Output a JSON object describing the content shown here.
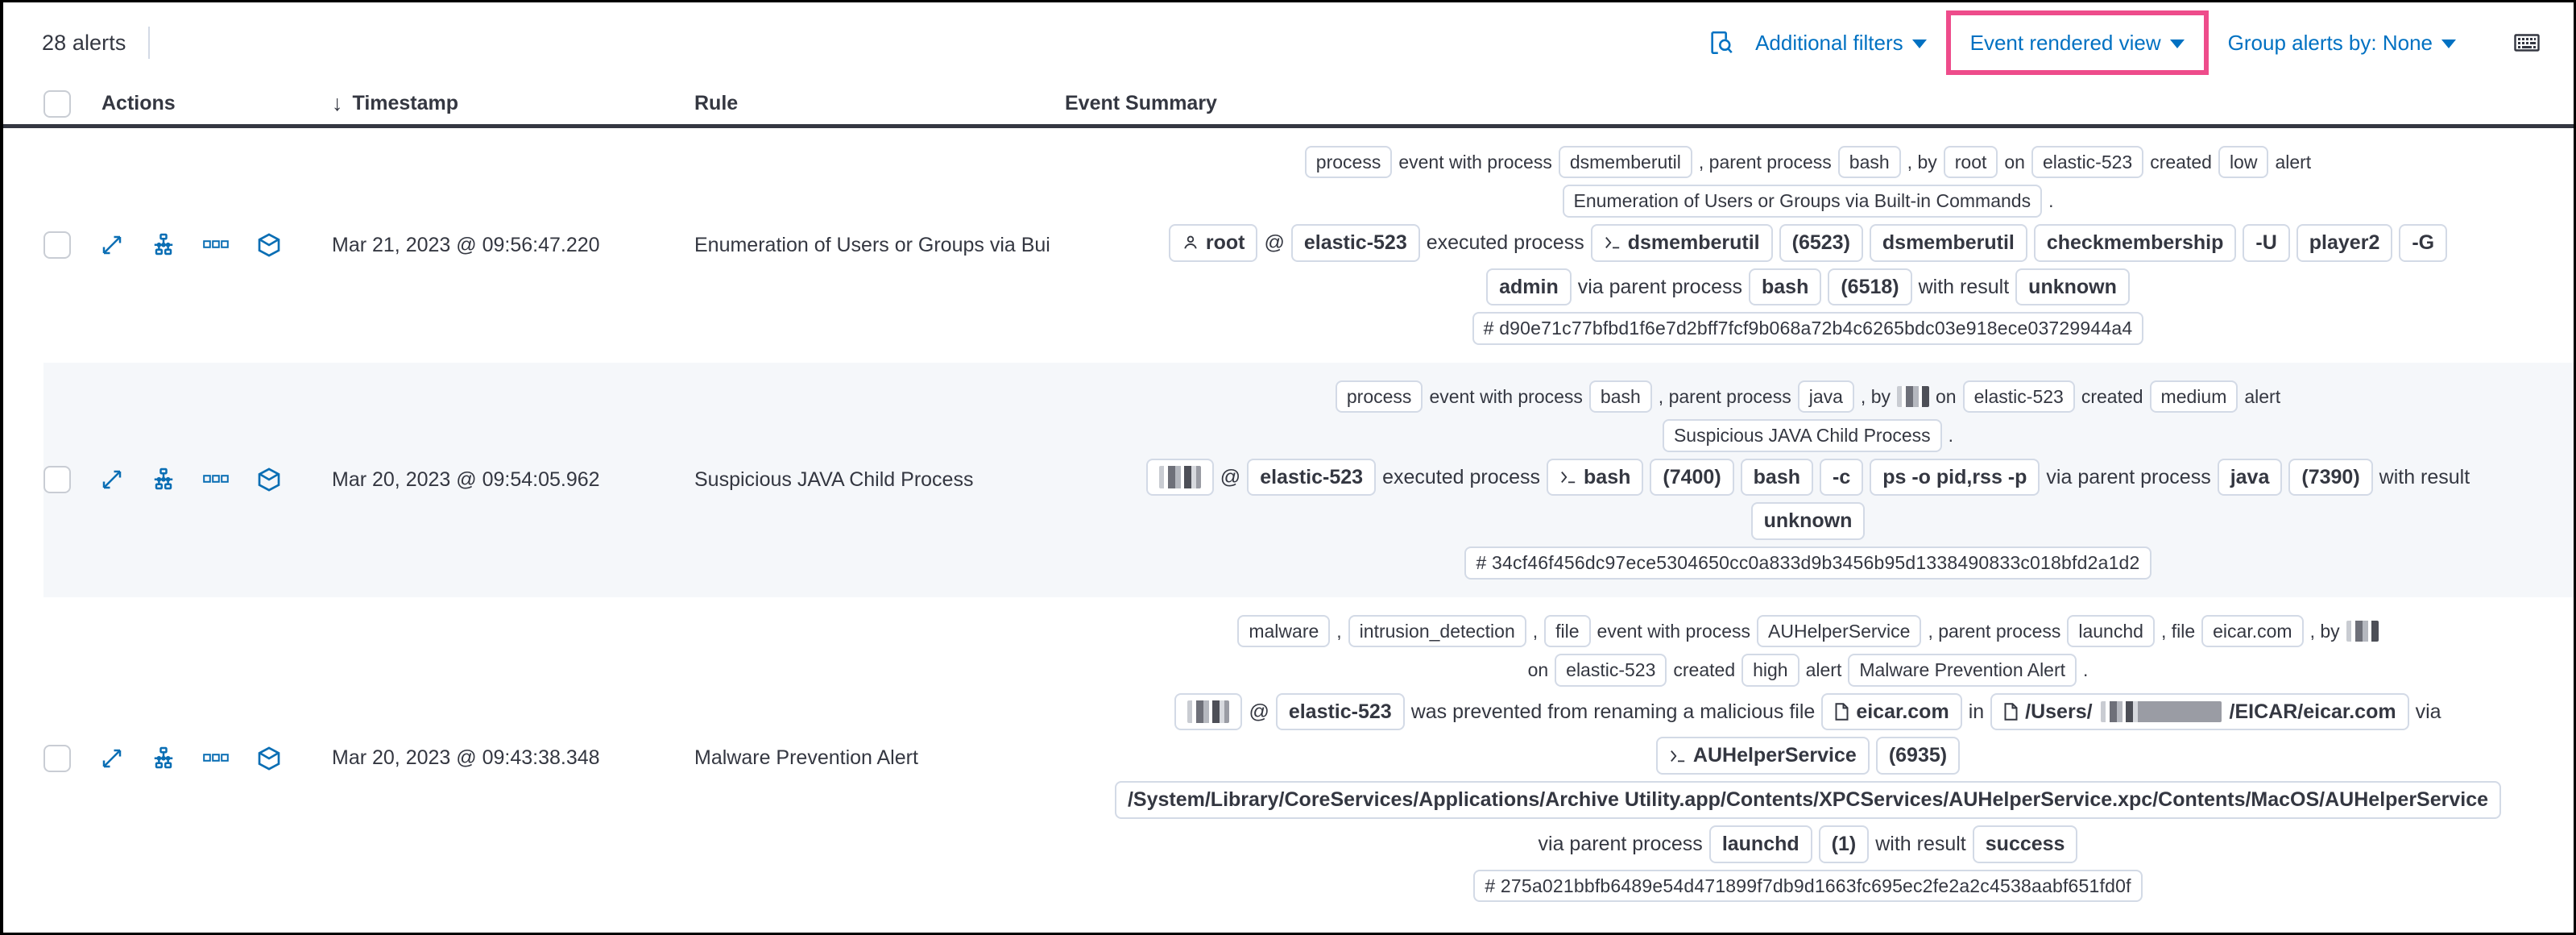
{
  "toolbar": {
    "alert_count": "28 alerts",
    "inspect_icon": "inspect-search-icon",
    "additional_filters_label": "Additional filters",
    "event_rendered_view_label": "Event rendered view",
    "group_alerts_label": "Group alerts by: None",
    "keyboard_icon": "keyboard-icon",
    "highlight_color": "#EE4C8B",
    "link_color": "#0071C2"
  },
  "table": {
    "headers": {
      "actions": "Actions",
      "timestamp": "Timestamp",
      "sort_indicator": "↓",
      "rule": "Rule",
      "event_summary": "Event Summary"
    },
    "row_actions": [
      "expand-icon",
      "analyzer-icon",
      "more-actions-icon",
      "session-view-icon"
    ],
    "rows": [
      {
        "timestamp": "Mar 21, 2023 @ 09:56:47.220",
        "rule": "Enumeration of Users or Groups via Bui",
        "alt_background": false,
        "summary": [
          {
            "size": "normal",
            "tokens": [
              {
                "t": "badge",
                "v": "process"
              },
              {
                "t": "text",
                "v": "event with process"
              },
              {
                "t": "badge",
                "v": "dsmemberutil"
              },
              {
                "t": "text",
                "v": ", parent process"
              },
              {
                "t": "badge",
                "v": "bash"
              },
              {
                "t": "text",
                "v": ", by"
              },
              {
                "t": "badge",
                "v": "root"
              },
              {
                "t": "text",
                "v": "on"
              },
              {
                "t": "badge",
                "v": "elastic-523"
              },
              {
                "t": "text",
                "v": "created"
              },
              {
                "t": "badge",
                "v": "low"
              },
              {
                "t": "text",
                "v": "alert"
              }
            ]
          },
          {
            "size": "normal",
            "tokens": [
              {
                "t": "badge",
                "v": "Enumeration of Users or Groups via Built-in Commands"
              },
              {
                "t": "text",
                "v": "."
              }
            ]
          },
          {
            "size": "big",
            "tokens": [
              {
                "t": "badge",
                "v": "root",
                "icon": "user-icon"
              },
              {
                "t": "text",
                "v": "@"
              },
              {
                "t": "badge",
                "v": "elastic-523"
              },
              {
                "t": "text",
                "v": "executed process"
              },
              {
                "t": "badge",
                "v": "dsmemberutil",
                "icon": "console-icon"
              },
              {
                "t": "badge",
                "v": "(6523)"
              },
              {
                "t": "badge",
                "v": "dsmemberutil"
              },
              {
                "t": "badge",
                "v": "checkmembership"
              },
              {
                "t": "badge",
                "v": "-U"
              },
              {
                "t": "badge",
                "v": "player2"
              },
              {
                "t": "badge",
                "v": "-G"
              }
            ]
          },
          {
            "size": "big",
            "tokens": [
              {
                "t": "badge",
                "v": "admin"
              },
              {
                "t": "text",
                "v": "via parent process"
              },
              {
                "t": "badge",
                "v": "bash"
              },
              {
                "t": "badge",
                "v": "(6518)"
              },
              {
                "t": "text",
                "v": "with result"
              },
              {
                "t": "badge",
                "v": "unknown"
              }
            ]
          },
          {
            "size": "normal",
            "tokens": [
              {
                "t": "badge",
                "v": "#  d90e71c77bfbd1f6e7d2bff7fcf9b068a72b4c6265bdc03e918ece03729944a4"
              }
            ]
          }
        ]
      },
      {
        "timestamp": "Mar 20, 2023 @ 09:54:05.962",
        "rule": "Suspicious JAVA Child Process",
        "alt_background": true,
        "summary": [
          {
            "size": "normal",
            "tokens": [
              {
                "t": "badge",
                "v": "process"
              },
              {
                "t": "text",
                "v": "event with process"
              },
              {
                "t": "badge",
                "v": "bash"
              },
              {
                "t": "text",
                "v": ", parent process"
              },
              {
                "t": "badge",
                "v": "java"
              },
              {
                "t": "text",
                "v": ", by"
              },
              {
                "t": "redact",
                "v": ""
              },
              {
                "t": "text",
                "v": "on"
              },
              {
                "t": "badge",
                "v": "elastic-523"
              },
              {
                "t": "text",
                "v": "created"
              },
              {
                "t": "badge",
                "v": "medium"
              },
              {
                "t": "text",
                "v": "alert"
              }
            ]
          },
          {
            "size": "normal",
            "tokens": [
              {
                "t": "badge",
                "v": "Suspicious JAVA Child Process"
              },
              {
                "t": "text",
                "v": "."
              }
            ]
          },
          {
            "size": "big",
            "tokens": [
              {
                "t": "badge-redact",
                "v": ""
              },
              {
                "t": "text",
                "v": "@"
              },
              {
                "t": "badge",
                "v": "elastic-523"
              },
              {
                "t": "text",
                "v": "executed process"
              },
              {
                "t": "badge",
                "v": "bash",
                "icon": "console-icon"
              },
              {
                "t": "badge",
                "v": "(7400)"
              },
              {
                "t": "badge",
                "v": "bash"
              },
              {
                "t": "badge",
                "v": "-c"
              },
              {
                "t": "badge",
                "v": "ps -o pid,rss -p"
              },
              {
                "t": "text",
                "v": "via parent process"
              },
              {
                "t": "badge",
                "v": "java"
              },
              {
                "t": "badge",
                "v": "(7390)"
              },
              {
                "t": "text",
                "v": "with result"
              }
            ]
          },
          {
            "size": "big",
            "tokens": [
              {
                "t": "badge",
                "v": "unknown"
              }
            ]
          },
          {
            "size": "normal",
            "tokens": [
              {
                "t": "badge",
                "v": "#  34cf46f456dc97ece5304650cc0a833d9b3456b95d1338490833c018bfd2a1d2"
              }
            ]
          }
        ]
      },
      {
        "timestamp": "Mar 20, 2023 @ 09:43:38.348",
        "rule": "Malware Prevention Alert",
        "alt_background": false,
        "summary": [
          {
            "size": "normal",
            "tokens": [
              {
                "t": "badge",
                "v": "malware"
              },
              {
                "t": "text",
                "v": ","
              },
              {
                "t": "badge",
                "v": "intrusion_detection"
              },
              {
                "t": "text",
                "v": ","
              },
              {
                "t": "badge",
                "v": "file"
              },
              {
                "t": "text",
                "v": "event with process"
              },
              {
                "t": "badge",
                "v": "AUHelperService"
              },
              {
                "t": "text",
                "v": ", parent process"
              },
              {
                "t": "badge",
                "v": "launchd"
              },
              {
                "t": "text",
                "v": ", file"
              },
              {
                "t": "badge",
                "v": "eicar.com"
              },
              {
                "t": "text",
                "v": ", by"
              },
              {
                "t": "redact",
                "v": ""
              }
            ]
          },
          {
            "size": "normal",
            "tokens": [
              {
                "t": "text",
                "v": "on"
              },
              {
                "t": "badge",
                "v": "elastic-523"
              },
              {
                "t": "text",
                "v": "created"
              },
              {
                "t": "badge",
                "v": "high"
              },
              {
                "t": "text",
                "v": "alert"
              },
              {
                "t": "badge",
                "v": "Malware Prevention Alert"
              },
              {
                "t": "text",
                "v": "."
              }
            ]
          },
          {
            "size": "big",
            "tokens": [
              {
                "t": "badge-redact",
                "v": ""
              },
              {
                "t": "text",
                "v": "@"
              },
              {
                "t": "badge",
                "v": "elastic-523"
              },
              {
                "t": "text",
                "v": "was prevented from renaming a malicious file"
              },
              {
                "t": "badge",
                "v": "eicar.com",
                "icon": "file-icon"
              },
              {
                "t": "text",
                "v": "in"
              },
              {
                "t": "badge-path",
                "pre": "/Users/",
                "post": "/EICAR/eicar.com",
                "icon": "file-icon"
              },
              {
                "t": "text",
                "v": "via"
              }
            ]
          },
          {
            "size": "big",
            "tokens": [
              {
                "t": "badge",
                "v": "AUHelperService",
                "icon": "console-icon"
              },
              {
                "t": "badge",
                "v": "(6935)"
              }
            ]
          },
          {
            "size": "big",
            "tokens": [
              {
                "t": "badge",
                "v": "/System/Library/CoreServices/Applications/Archive Utility.app/Contents/XPCServices/AUHelperService.xpc/Contents/MacOS/AUHelperService"
              }
            ]
          },
          {
            "size": "big",
            "tokens": [
              {
                "t": "text",
                "v": "via parent process"
              },
              {
                "t": "badge",
                "v": "launchd"
              },
              {
                "t": "badge",
                "v": "(1)"
              },
              {
                "t": "text",
                "v": "with result"
              },
              {
                "t": "badge",
                "v": "success"
              }
            ]
          },
          {
            "size": "normal",
            "tokens": [
              {
                "t": "badge",
                "v": "#  275a021bbfb6489e54d471899f7db9d1663fc695ec2fe2a2c4538aabf651fd0f"
              }
            ]
          }
        ]
      }
    ]
  }
}
